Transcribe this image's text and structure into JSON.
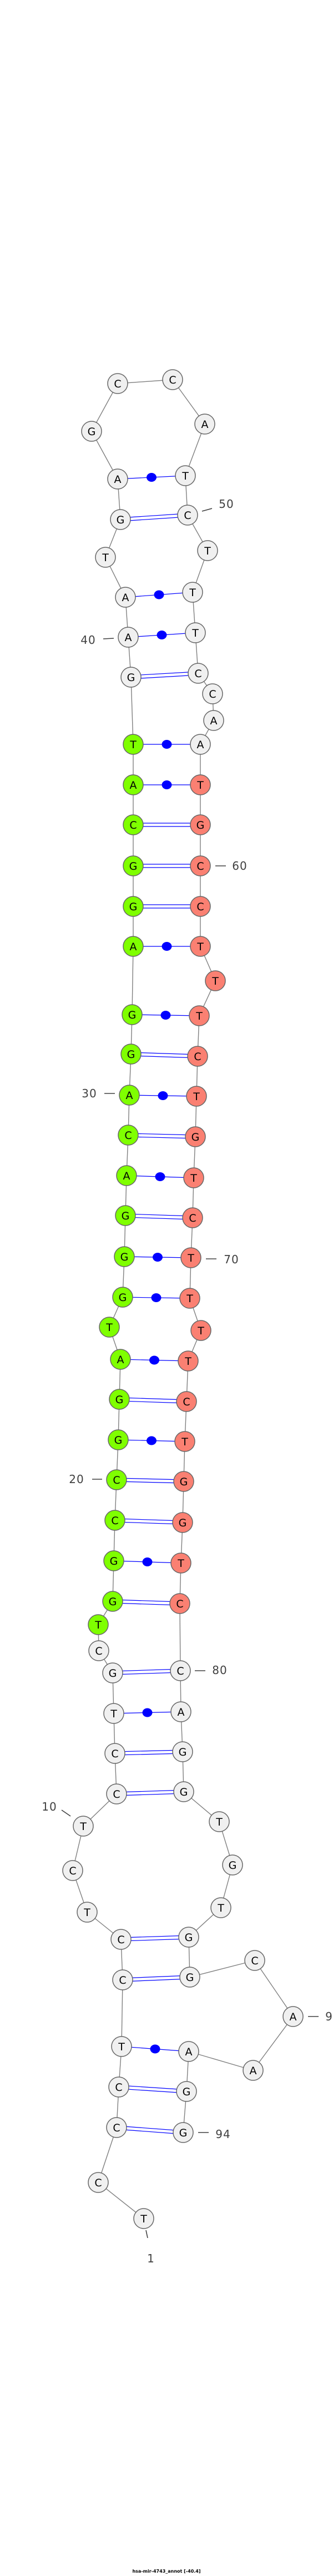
{
  "title": "hsa-mir-4743_annot [-40.4]",
  "sequence": [
    "T",
    "C",
    "C",
    "C",
    "T",
    "C",
    "C",
    "T",
    "C",
    "T",
    "C",
    "C",
    "T",
    "G",
    "C",
    "T",
    "G",
    "G",
    "C",
    "C",
    "G",
    "G",
    "A",
    "T",
    "G",
    "G",
    "G",
    "A",
    "C",
    "A",
    "G",
    "G",
    "A",
    "G",
    "G",
    "C",
    "A",
    "T",
    "G",
    "A",
    "A",
    "T",
    "G",
    "A",
    "G",
    "C",
    "C",
    "A",
    "T",
    "C",
    "T",
    "T",
    "T",
    "C",
    "C",
    "A",
    "A",
    "T",
    "G",
    "C",
    "C",
    "T",
    "T",
    "T",
    "C",
    "T",
    "G",
    "T",
    "C",
    "T",
    "T",
    "T",
    "T",
    "C",
    "T",
    "G",
    "G",
    "T",
    "C",
    "C",
    "A",
    "G",
    "G",
    "T",
    "G",
    "T",
    "G",
    "G",
    "C",
    "A",
    "A",
    "A",
    "G",
    "G"
  ],
  "pairs": [
    [
      3,
      94
    ],
    [
      4,
      93
    ],
    [
      5,
      92
    ],
    [
      6,
      88
    ],
    [
      7,
      87
    ],
    [
      11,
      83
    ],
    [
      12,
      82
    ],
    [
      13,
      81
    ],
    [
      14,
      80
    ],
    [
      17,
      79
    ],
    [
      18,
      78
    ],
    [
      19,
      77
    ],
    [
      20,
      76
    ],
    [
      21,
      75
    ],
    [
      22,
      74
    ],
    [
      23,
      73
    ],
    [
      25,
      71
    ],
    [
      26,
      70
    ],
    [
      27,
      69
    ],
    [
      28,
      68
    ],
    [
      29,
      67
    ],
    [
      30,
      66
    ],
    [
      31,
      65
    ],
    [
      32,
      64
    ],
    [
      33,
      62
    ],
    [
      34,
      61
    ],
    [
      35,
      60
    ],
    [
      36,
      59
    ],
    [
      37,
      58
    ],
    [
      38,
      57
    ],
    [
      39,
      54
    ],
    [
      40,
      53
    ],
    [
      41,
      52
    ],
    [
      43,
      50
    ],
    [
      44,
      49
    ]
  ],
  "highlights": [
    {
      "name": "mature-5p",
      "from": 16,
      "to": 38,
      "color": "#7fff00"
    },
    {
      "name": "mature-3p",
      "from": 58,
      "to": 79,
      "color": "#fa8072"
    }
  ],
  "colors": {
    "default_fill": "#f0f0f0",
    "backbone": "#808080",
    "pair": "#0000ff"
  },
  "position_labels": [
    {
      "index": 1,
      "text": "1"
    },
    {
      "index": 10,
      "text": "10"
    },
    {
      "index": 20,
      "text": "20"
    },
    {
      "index": 30,
      "text": "30"
    },
    {
      "index": 40,
      "text": "40"
    },
    {
      "index": 50,
      "text": "50"
    },
    {
      "index": 60,
      "text": "60"
    },
    {
      "index": 70,
      "text": "70"
    },
    {
      "index": 80,
      "text": "80"
    },
    {
      "index": 90,
      "text": "9"
    },
    {
      "index": 94,
      "text": "94"
    }
  ]
}
